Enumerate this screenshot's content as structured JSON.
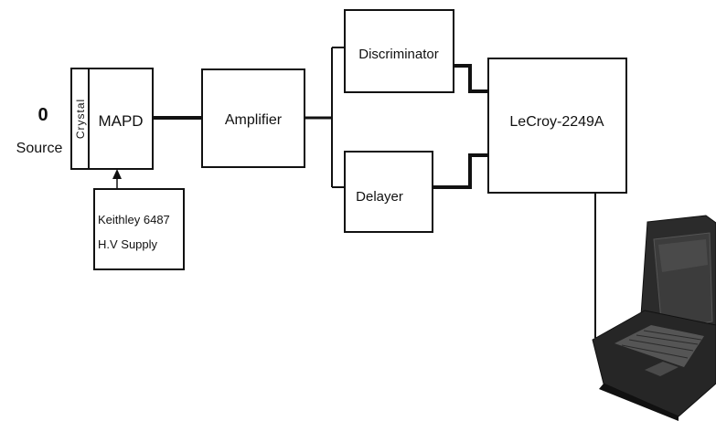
{
  "source": {
    "symbol": "0",
    "label": "Source"
  },
  "blocks": {
    "crystal": "Crystal",
    "mapd": "MAPD",
    "supply_line1": "Keithley 6487",
    "supply_line2": "H.V Supply",
    "amplifier": "Amplifier",
    "discriminator": "Discriminator",
    "delayer": "Delayer",
    "lecroy": "LeCroy-2249A"
  },
  "laptop_icon": "laptop-icon",
  "colors": {
    "ink": "#111111",
    "paper": "#ffffff",
    "laptop_body": "#2b2b2b",
    "laptop_screen": "#3c3c3c"
  }
}
